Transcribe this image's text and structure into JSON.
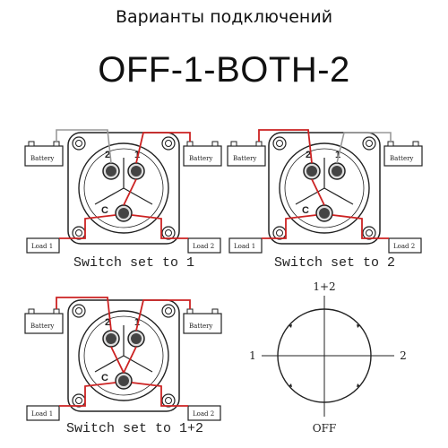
{
  "heading": "Варианты подключений",
  "title": "OFF-1-BOTH-2",
  "labels": {
    "battery": "Battery",
    "load1": "Load 1",
    "load2": "Load 2",
    "t1": "1",
    "t2": "2",
    "common": "C"
  },
  "captions": {
    "d1": "Switch set to 1",
    "d2": "Switch set to 2",
    "d3": "Switch set to 1+2"
  },
  "dial": {
    "top": "1+2",
    "left": "1",
    "right": "2",
    "bottom": "OFF"
  },
  "colors": {
    "wire_active": "#cc2222",
    "wire_idle": "#999999",
    "ink": "#222222"
  }
}
